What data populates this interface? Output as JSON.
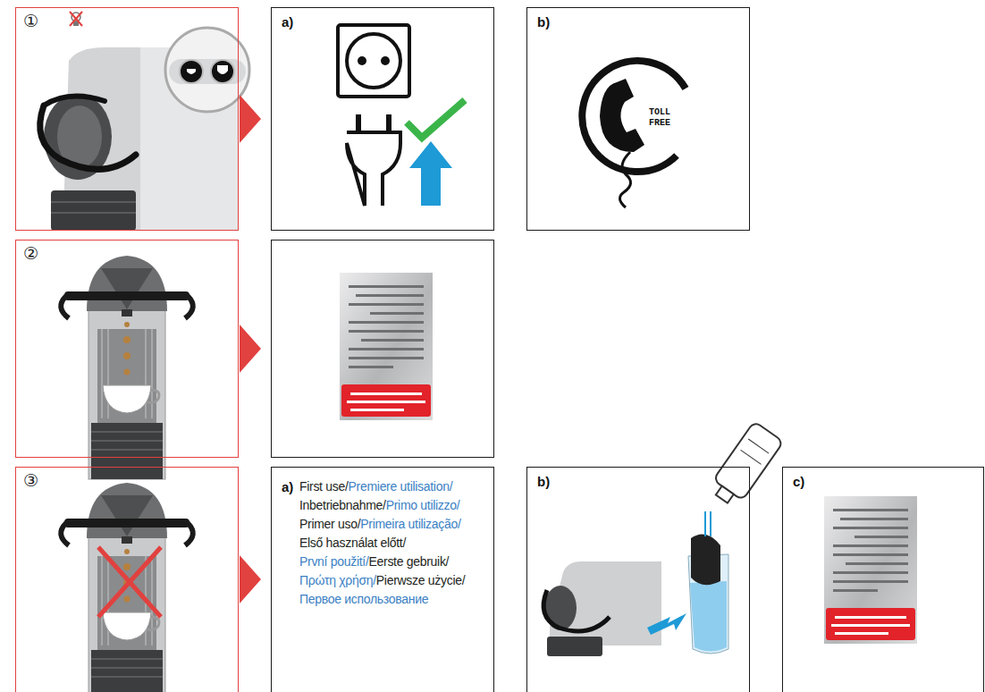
{
  "diagram": {
    "nodes": [
      {
        "text": [
          "①"
        ]
      },
      {
        "text": [
          "a)"
        ]
      },
      {
        "text": [
          "b)",
          "TOLL FREE"
        ]
      },
      {
        "text": [
          "②"
        ]
      },
      {
        "text": []
      },
      {
        "text": [
          "③"
        ]
      },
      {
        "text": [
          "a)",
          "First use/",
          "Premiere utilisation/",
          "Inbetriebnahme/",
          "Primo utilizzo/",
          "Primer uso/",
          "Primeira utilização/",
          "Első használat előtt/",
          "První použití/",
          "Eerste gebruik/",
          "Πρώτη χρήση/",
          "Pierwsze użycie/",
          "Первое использование"
        ]
      },
      {
        "text": [
          "b)"
        ]
      },
      {
        "text": [
          "c)"
        ]
      }
    ],
    "edges": [
      {
        "from": 0,
        "to": 1,
        "arrow": "to"
      },
      {
        "from": 3,
        "to": 4,
        "arrow": "to"
      },
      {
        "from": 5,
        "to": 6,
        "arrow": "to"
      }
    ]
  }
}
